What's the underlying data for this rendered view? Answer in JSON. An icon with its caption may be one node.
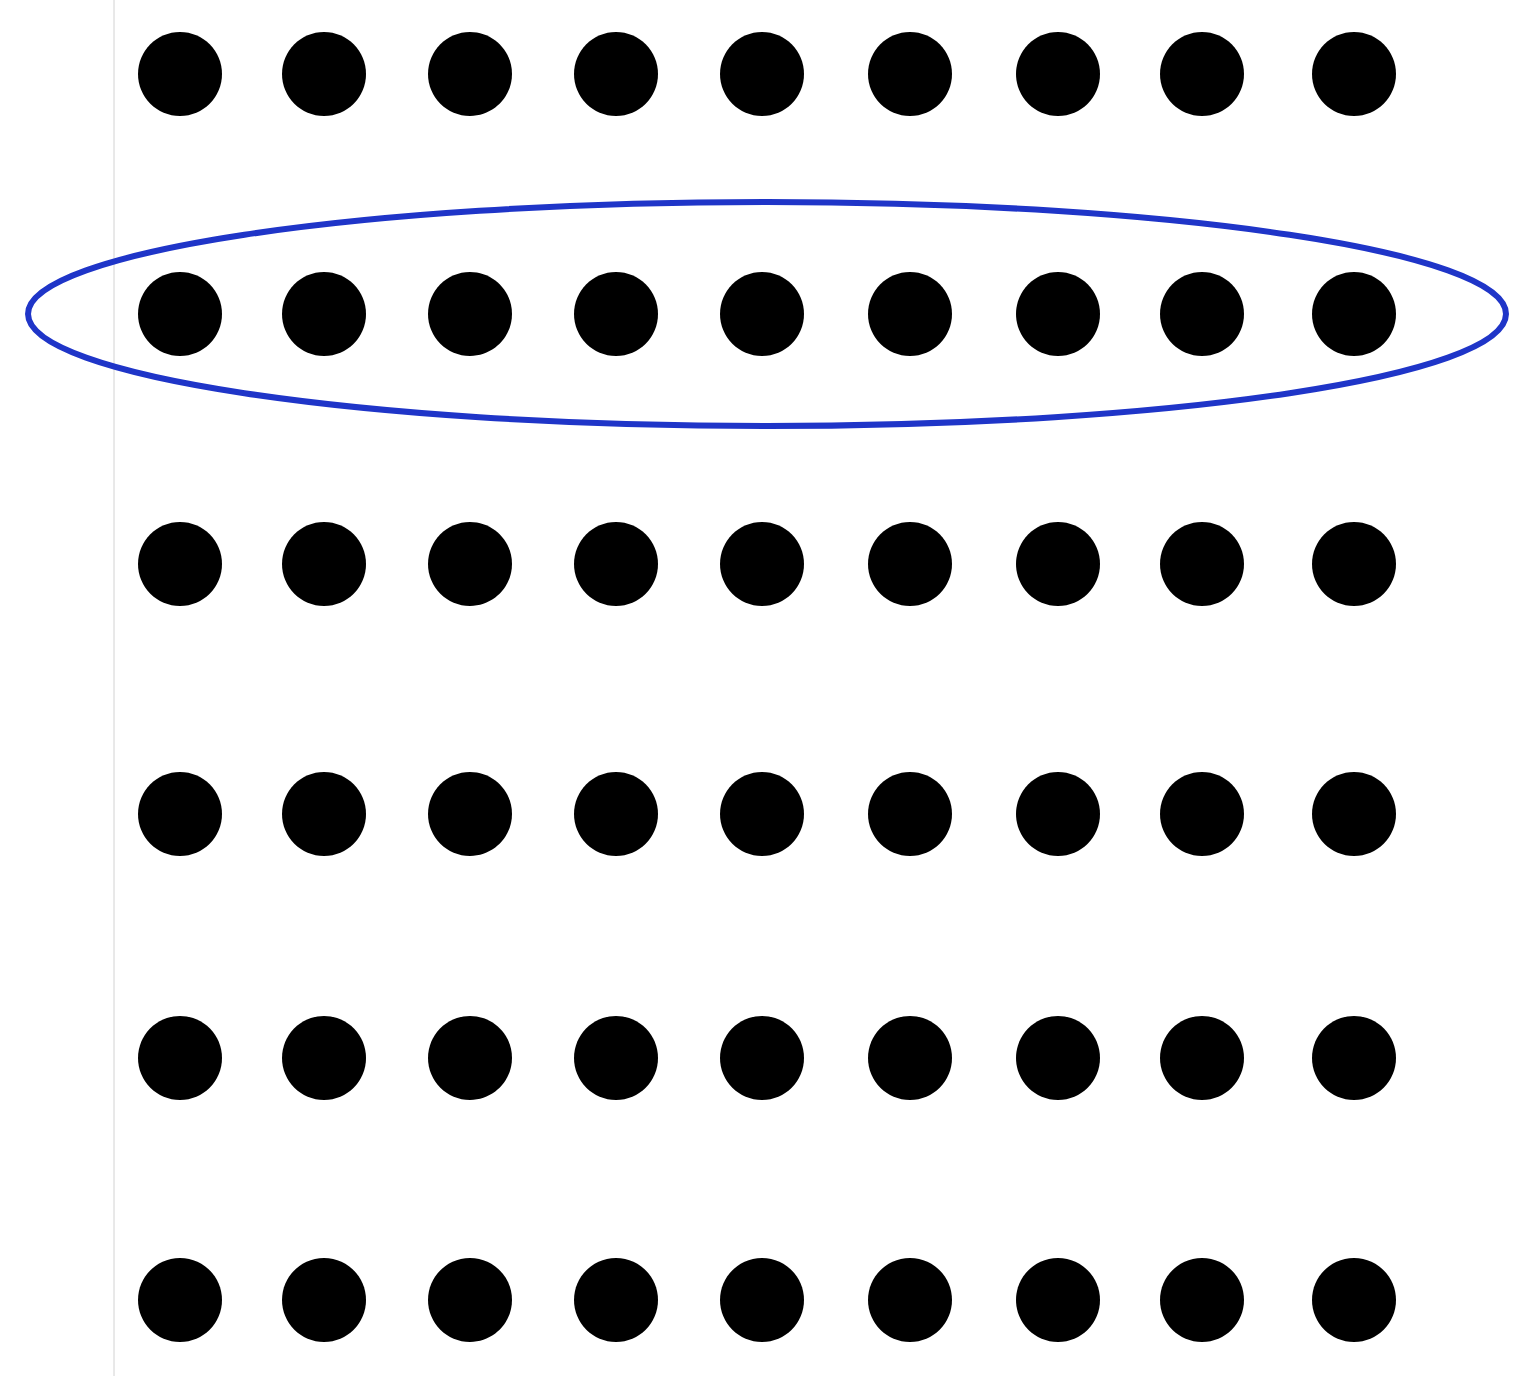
{
  "diagram": {
    "nodes": [
      {
        "text": [],
        "shape": "circle"
      },
      {
        "text": [],
        "shape": "circle"
      },
      {
        "text": [],
        "shape": "circle"
      },
      {
        "text": [],
        "shape": "circle"
      },
      {
        "text": [],
        "shape": "circle"
      },
      {
        "text": [],
        "shape": "circle"
      },
      {
        "text": [],
        "shape": "circle"
      },
      {
        "text": [],
        "shape": "circle"
      },
      {
        "text": [],
        "shape": "circle"
      },
      {
        "text": [],
        "shape": "ellipse"
      },
      {
        "text": [],
        "shape": "circle",
        "in": 9
      },
      {
        "text": [],
        "shape": "circle",
        "in": 9
      },
      {
        "text": [],
        "shape": "circle",
        "in": 9
      },
      {
        "text": [],
        "shape": "circle",
        "in": 9
      },
      {
        "text": [],
        "shape": "circle",
        "in": 9
      },
      {
        "text": [],
        "shape": "circle",
        "in": 9
      },
      {
        "text": [],
        "shape": "circle",
        "in": 9
      },
      {
        "text": [],
        "shape": "circle",
        "in": 9
      },
      {
        "text": [],
        "shape": "circle",
        "in": 9
      },
      {
        "text": [],
        "shape": "circle"
      },
      {
        "text": [],
        "shape": "circle"
      },
      {
        "text": [],
        "shape": "circle"
      },
      {
        "text": [],
        "shape": "circle"
      },
      {
        "text": [],
        "shape": "circle"
      },
      {
        "text": [],
        "shape": "circle"
      },
      {
        "text": [],
        "shape": "circle"
      },
      {
        "text": [],
        "shape": "circle"
      },
      {
        "text": [],
        "shape": "circle"
      },
      {
        "text": [],
        "shape": "circle"
      },
      {
        "text": [],
        "shape": "circle"
      },
      {
        "text": [],
        "shape": "circle"
      },
      {
        "text": [],
        "shape": "circle"
      },
      {
        "text": [],
        "shape": "circle"
      },
      {
        "text": [],
        "shape": "circle"
      },
      {
        "text": [],
        "shape": "circle"
      },
      {
        "text": [],
        "shape": "circle"
      },
      {
        "text": [],
        "shape": "circle"
      },
      {
        "text": [],
        "shape": "circle"
      },
      {
        "text": [],
        "shape": "circle"
      },
      {
        "text": [],
        "shape": "circle"
      },
      {
        "text": [],
        "shape": "circle"
      },
      {
        "text": [],
        "shape": "circle"
      },
      {
        "text": [],
        "shape": "circle"
      },
      {
        "text": [],
        "shape": "circle"
      },
      {
        "text": [],
        "shape": "circle"
      },
      {
        "text": [],
        "shape": "circle"
      },
      {
        "text": [],
        "shape": "circle"
      },
      {
        "text": [],
        "shape": "circle"
      },
      {
        "text": [],
        "shape": "circle"
      },
      {
        "text": [],
        "shape": "circle"
      },
      {
        "text": [],
        "shape": "circle"
      },
      {
        "text": [],
        "shape": "circle"
      },
      {
        "text": [],
        "shape": "circle"
      },
      {
        "text": [],
        "shape": "circle"
      },
      {
        "text": [],
        "shape": "circle"
      }
    ]
  }
}
